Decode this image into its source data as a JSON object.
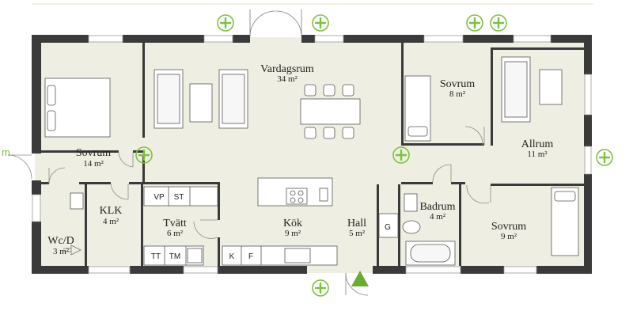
{
  "rooms": {
    "sovrum_left": {
      "name": "Sovrum",
      "area": "14 m²"
    },
    "vardagsrum": {
      "name": "Vardagsrum",
      "area": "34 m²"
    },
    "sovrum_top_right": {
      "name": "Sovrum",
      "area": "8 m²"
    },
    "allrum": {
      "name": "Allrum",
      "area": "11 m²"
    },
    "klk": {
      "name": "KLK",
      "area": "4 m²"
    },
    "wc": {
      "name": "Wc/D",
      "area": "3 m²"
    },
    "tvatt": {
      "name": "Tvätt",
      "area": "6 m²"
    },
    "kok": {
      "name": "Kök",
      "area": "9 m²"
    },
    "hall": {
      "name": "Hall",
      "area": "5 m²"
    },
    "badrum": {
      "name": "Badrum",
      "area": "4 m²"
    },
    "sovrum_bottom_right": {
      "name": "Sovrum",
      "area": "9 m²"
    }
  },
  "fixtures": {
    "vp": "VP",
    "st": "ST",
    "tt": "TT",
    "tm": "TM",
    "k": "K",
    "f": "F",
    "g": "G"
  },
  "edge_label": "m",
  "colors": {
    "floor": "#efeee3",
    "wall": "#3a3a3a",
    "accent_green": "#7cc142",
    "entrance_triangle": "#6aaa35"
  },
  "icons": [
    "plus-circle-icon",
    "entrance-arrow-icon"
  ]
}
